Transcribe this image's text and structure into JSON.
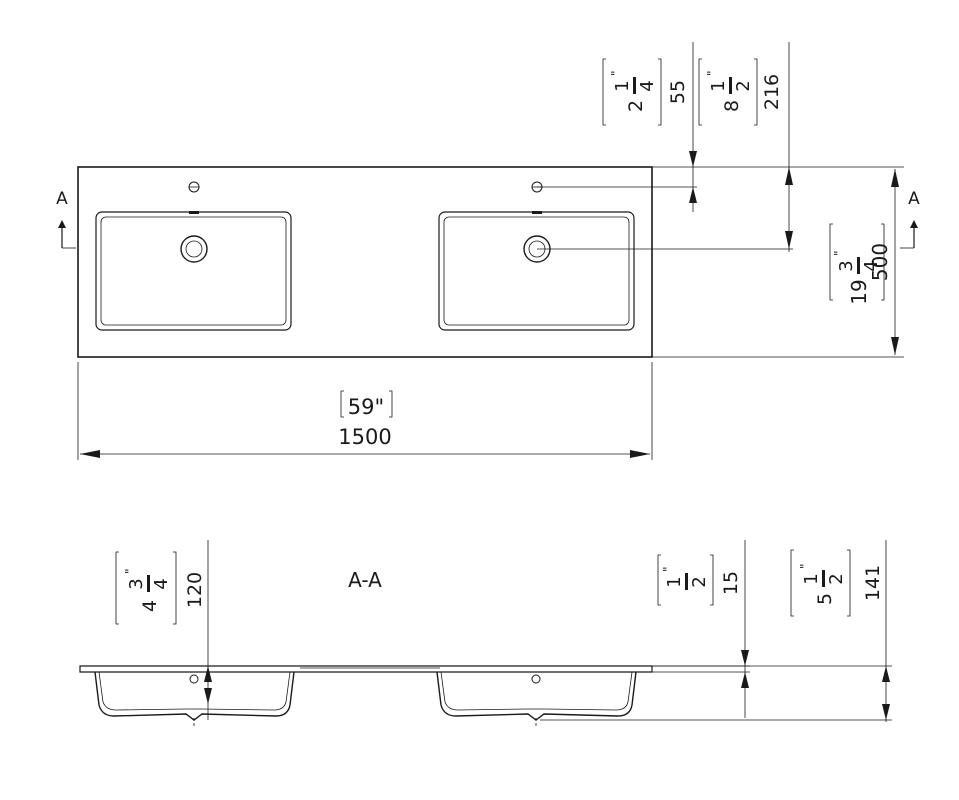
{
  "plan": {
    "section_marker_left": "A",
    "section_marker_right": "A",
    "width_mm": "1500",
    "width_in": "59\"",
    "depth_mm": "500",
    "depth_in": {
      "whole": "19",
      "num": "3",
      "den": "4",
      "mark": "\""
    },
    "tap_offset_mm": "55",
    "tap_offset_in": {
      "whole": "2",
      "num": "1",
      "den": "4",
      "mark": "\""
    },
    "drain_offset_mm": "216",
    "drain_offset_in": {
      "whole": "8",
      "num": "1",
      "den": "2",
      "mark": "\""
    }
  },
  "section": {
    "title": "A-A",
    "height_mm": "120",
    "height_in": {
      "whole": "4",
      "num": "3",
      "den": "4",
      "mark": "\""
    },
    "top_mm": "15",
    "top_in": {
      "whole": "",
      "num": "1",
      "den": "2",
      "mark": "\""
    },
    "total_mm": "141",
    "total_in": {
      "whole": "5",
      "num": "1",
      "den": "2",
      "mark": "\""
    }
  }
}
